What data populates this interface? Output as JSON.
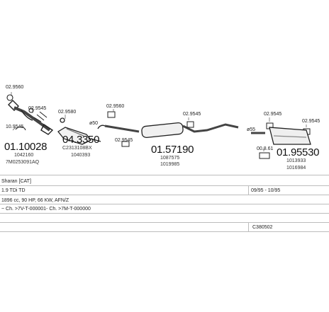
{
  "parts": {
    "p1": {
      "number": "01.10028",
      "codes": [
        "1042160",
        "7M0253091AQ"
      ]
    },
    "p2": {
      "number": "04.3350",
      "codes": [
        "C2313108BX",
        "1040393"
      ]
    },
    "p3": {
      "number": "01.57190",
      "codes": [
        "1087575",
        "1019985"
      ]
    },
    "p4": {
      "number": "01.95530",
      "codes": [
        "1013933",
        "1016984"
      ]
    }
  },
  "accessories": {
    "a1": "02.9560",
    "a2": "02.9545",
    "a3": "10.9545",
    "a4": "02.9580",
    "a5": "02.9560",
    "a6": "02.9545",
    "a7": "02.9545",
    "a8": "02.9545",
    "a9": "00.8.61",
    "a10": "02.9545"
  },
  "diameters": {
    "d1": "ø50",
    "d2": "ø55"
  },
  "info": {
    "model": "Sharan [CAT]",
    "engine": "1.9 TDi TD",
    "dates": "09/95 - 10/95",
    "spec": "1896 cc, 90 HP, 66 KW, AFN/Z",
    "chassis": "~ Ch. >7V-T-000001- Ch. >7M-T-000000",
    "catalog": "C380502"
  }
}
